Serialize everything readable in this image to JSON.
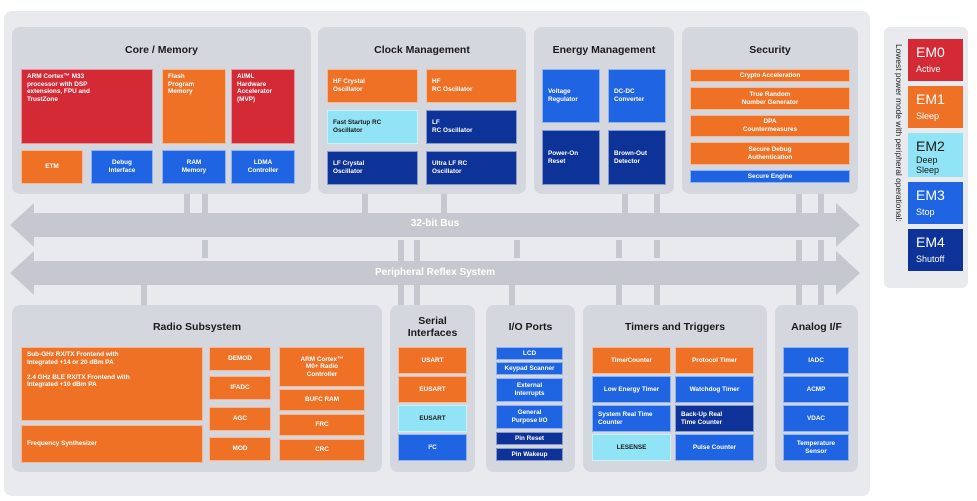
{
  "bus": {
    "main": "32-bit Bus",
    "prs": "Peripheral Reflex System"
  },
  "panels": {
    "core": {
      "title": "Core / Memory",
      "cpu": "ARM Cortex™ M33\nprocessor with DSP\nextensions, FPU and\nTrustZone",
      "flash": "Flash\nProgram\nMemory",
      "ai": "AI/ML\nHardware\nAccelerator\n(MVP)",
      "etm": "ETM",
      "debug": "Debug\nInterface",
      "ram": "RAM\nMemory",
      "ldma": "LDMA\nController"
    },
    "clock": {
      "title": "Clock Management",
      "hf_crystal": "HF Crystal\nOscillator",
      "hf_rc": "HF\nRC Oscillator",
      "fast_rc": "Fast Startup RC\nOscillator",
      "lf_rc": "LF\nRC Oscillator",
      "lf_crystal": "LF Crystal\nOscillator",
      "ulf_rc": "Ultra LF RC\nOscillator"
    },
    "energy": {
      "title": "Energy Management",
      "vreg": "Voltage\nRegulator",
      "dcdc": "DC-DC\nConverter",
      "por": "Power-On\nReset",
      "bod": "Brown-Out\nDetector"
    },
    "security": {
      "title": "Security",
      "items": [
        "Crypto Acceleration",
        "True Random\nNumber Generator",
        "DPA\nCountermeasures",
        "Secure Debug\nAuthentication",
        "Secure Engine"
      ]
    },
    "radio": {
      "title": "Radio Subsystem",
      "subghz": "Sub-GHz RX/TX Frontend with\nIntegrated +14 or 20 dBm PA\n\n2.4 GHz BLE RX/TX Frontend with\nIntegrated +10 dBm PA",
      "freq": "Frequency Synthesizer",
      "demod": "DEMOD",
      "ifadc": "IFADC",
      "agc": "AGC",
      "mod": "MOD",
      "m0": "ARM Cortex™\nM0+ Radio\nController",
      "bufc": "BUFC RAM",
      "frc": "FRC",
      "crc": "CRC"
    },
    "serial": {
      "title": "Serial\nInterfaces",
      "items": [
        "USART",
        "EUSART",
        "EUSART",
        "I²C"
      ]
    },
    "io": {
      "title": "I/O Ports",
      "items": [
        "LCD",
        "Keypad Scanner",
        "External\nInterrupts",
        "General\nPurpose I/O",
        "Pin Reset",
        "Pin Wakeup"
      ]
    },
    "timers": {
      "title": "Timers and Triggers",
      "items": [
        "Time/Counter",
        "Protocol Timer",
        "Low Energy Timer",
        "Watchdog Timer",
        "System Real Time\nCounter",
        "Back-Up Real\nTime Counter",
        "LESENSE",
        "Pulse Counter"
      ]
    },
    "analog": {
      "title": "Analog I/F",
      "items": [
        "IADC",
        "ACMP",
        "VDAC",
        "Temperature\nSensor"
      ]
    }
  },
  "legend": {
    "caption": "Lowest power mode with peripheral operational:",
    "modes": [
      {
        "name": "EM0",
        "label": "Active"
      },
      {
        "name": "EM1",
        "label": "Sleep"
      },
      {
        "name": "EM2",
        "label": "Deep\nSleep"
      },
      {
        "name": "EM3",
        "label": "Stop"
      },
      {
        "name": "EM4",
        "label": "Shutoff"
      }
    ]
  },
  "colors": {
    "em0": "#d42a35",
    "em1": "#ef7125",
    "em2": "#91e4f6",
    "em3": "#1f65e3",
    "em4": "#0d3399",
    "panel": "#d5d7de",
    "background": "#e9eaee",
    "bus": "#c6c8cf"
  }
}
